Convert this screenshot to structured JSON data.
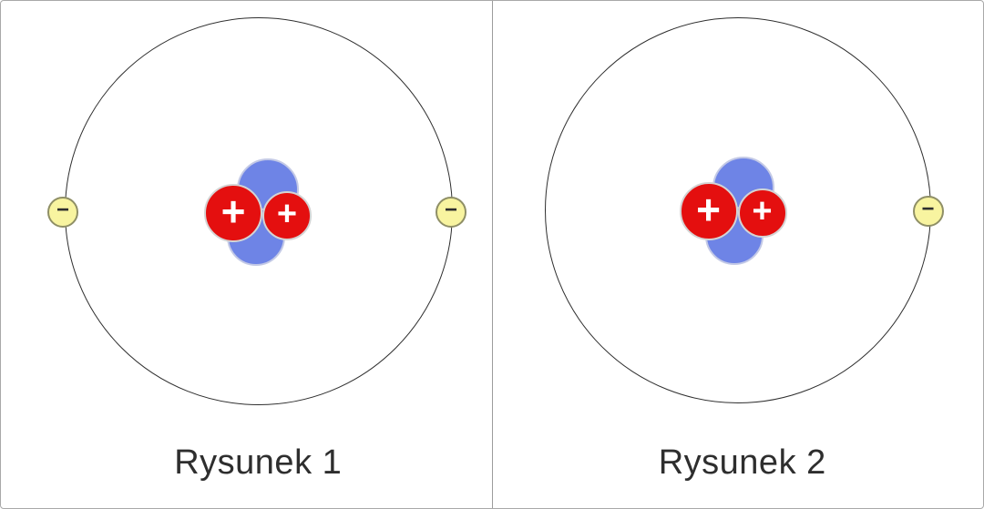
{
  "figures": [
    {
      "label": "Rysunek 1",
      "protons": 2,
      "neutrons": 2,
      "electrons": 2,
      "electron_positions": [
        "left",
        "right"
      ]
    },
    {
      "label": "Rysunek 2",
      "protons": 2,
      "neutrons": 2,
      "electrons": 1,
      "electron_positions": [
        "right"
      ]
    }
  ],
  "symbols": {
    "plus": "+",
    "minus": "−"
  },
  "colors": {
    "proton": "#e40f0f",
    "neutron": "#6e84e6",
    "electron": "#f8f4a0",
    "orbit_line": "#2e2e2e",
    "label_text": "#2e2e2e"
  }
}
